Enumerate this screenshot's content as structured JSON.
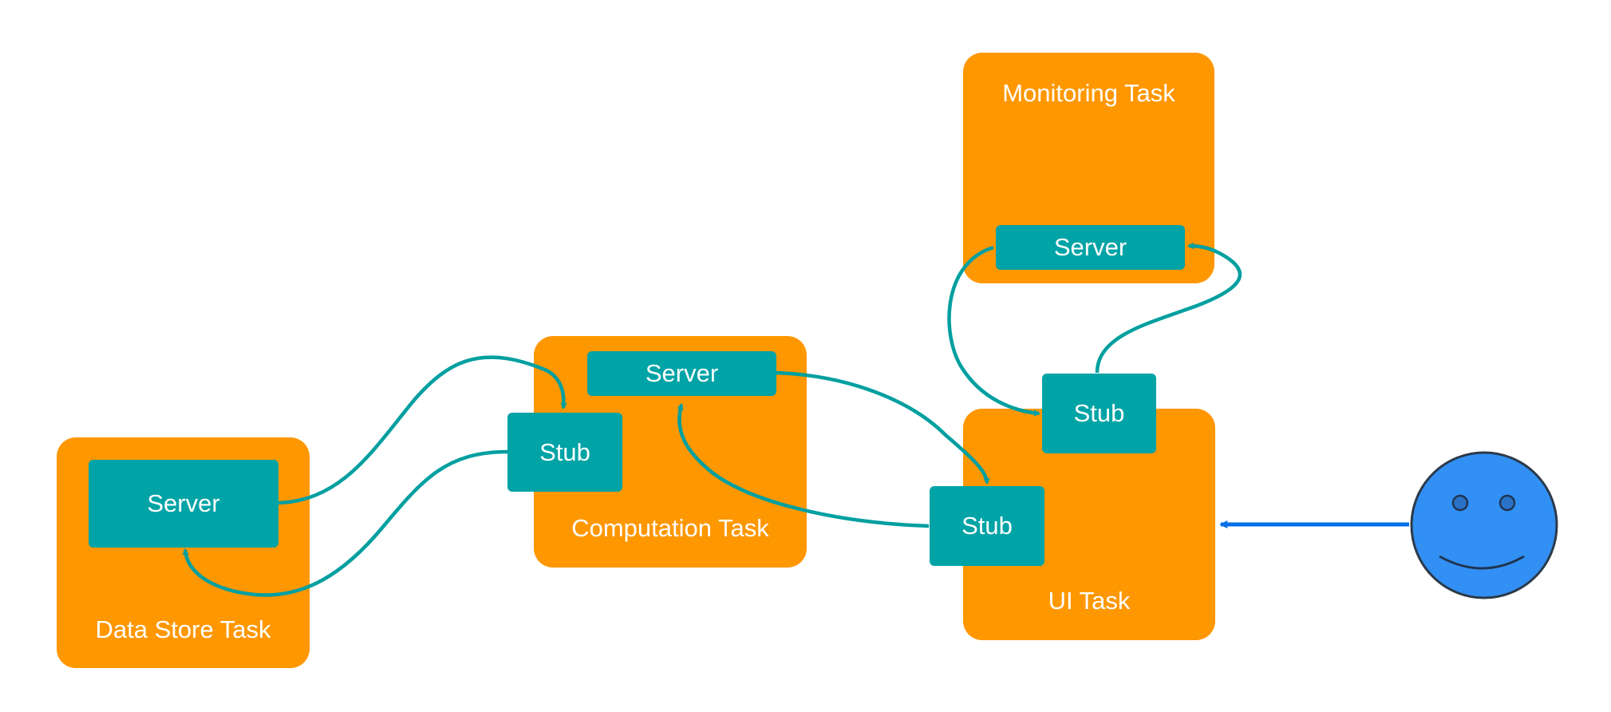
{
  "colors": {
    "task_fill": "#FF9700",
    "component_fill": "#00A3A6",
    "connector": "#009FA0",
    "user_arrow": "#0070E8",
    "user_face_fill": "#3290F5",
    "user_face_outline": "#2B3A4A",
    "text": "#FFFFFF"
  },
  "tasks": {
    "monitoring": {
      "label": "Monitoring Task",
      "server_label": "Server"
    },
    "computation": {
      "label": "Computation Task",
      "server_label": "Server",
      "stub_label": "Stub"
    },
    "data_store": {
      "label": "Data Store Task",
      "server_label": "Server"
    },
    "ui": {
      "label": "UI Task",
      "stub_top_label": "Stub",
      "stub_left_label": "Stub"
    }
  },
  "user": {
    "icon": "smiley-face-icon"
  }
}
